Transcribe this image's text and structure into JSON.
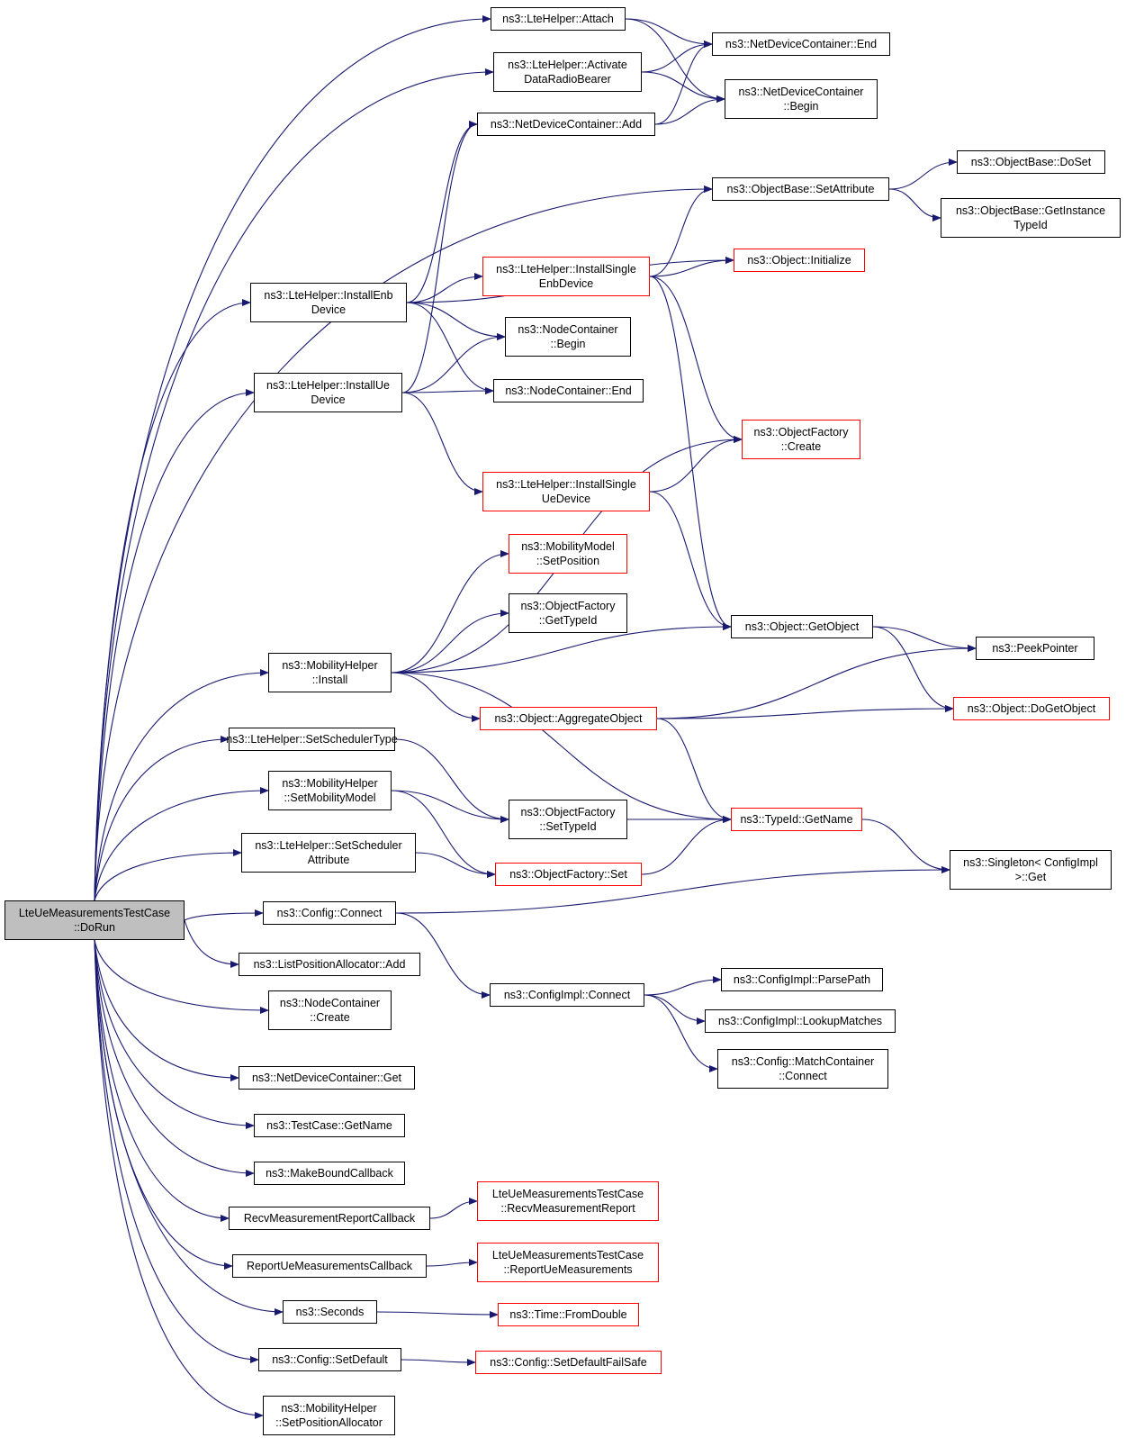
{
  "graph": {
    "edge_color": "#191970",
    "root_fill": "#bfbfbf",
    "missing_border": "#ff0000",
    "nodes": [
      {
        "id": "root",
        "lines": [
          "LteUeMeasurementsTestCase",
          "::DoRun"
        ],
        "style": "root"
      },
      {
        "id": "attach",
        "lines": [
          "ns3::LteHelper::Attach"
        ],
        "style": "normal"
      },
      {
        "id": "activate",
        "lines": [
          "ns3::LteHelper::Activate",
          "DataRadioBearer"
        ],
        "style": "normal"
      },
      {
        "id": "ndc_add",
        "lines": [
          "ns3::NetDeviceContainer::Add"
        ],
        "style": "normal"
      },
      {
        "id": "ndc_end",
        "lines": [
          "ns3::NetDeviceContainer::End"
        ],
        "style": "normal"
      },
      {
        "id": "ndc_begin",
        "lines": [
          "ns3::NetDeviceContainer",
          "::Begin"
        ],
        "style": "normal"
      },
      {
        "id": "ob_setattr",
        "lines": [
          "ns3::ObjectBase::SetAttribute"
        ],
        "style": "normal"
      },
      {
        "id": "ob_doset",
        "lines": [
          "ns3::ObjectBase::DoSet"
        ],
        "style": "normal"
      },
      {
        "id": "ob_getinst",
        "lines": [
          "ns3::ObjectBase::GetInstance",
          "TypeId"
        ],
        "style": "normal"
      },
      {
        "id": "lte_install_enb",
        "lines": [
          "ns3::LteHelper::InstallEnb",
          "Device"
        ],
        "style": "normal"
      },
      {
        "id": "lte_install_single_enb",
        "lines": [
          "ns3::LteHelper::InstallSingle",
          "EnbDevice"
        ],
        "style": "missing"
      },
      {
        "id": "obj_init",
        "lines": [
          "ns3::Object::Initialize"
        ],
        "style": "missing"
      },
      {
        "id": "nc_begin",
        "lines": [
          "ns3::NodeContainer",
          "::Begin"
        ],
        "style": "normal"
      },
      {
        "id": "lte_install_ue",
        "lines": [
          "ns3::LteHelper::InstallUe",
          "Device"
        ],
        "style": "normal"
      },
      {
        "id": "nc_end",
        "lines": [
          "ns3::NodeContainer::End"
        ],
        "style": "normal"
      },
      {
        "id": "of_create",
        "lines": [
          "ns3::ObjectFactory",
          "::Create"
        ],
        "style": "missing"
      },
      {
        "id": "lte_install_single_ue",
        "lines": [
          "ns3::LteHelper::InstallSingle",
          "UeDevice"
        ],
        "style": "missing"
      },
      {
        "id": "mm_setpos",
        "lines": [
          "ns3::MobilityModel",
          "::SetPosition"
        ],
        "style": "missing"
      },
      {
        "id": "of_gettypeid",
        "lines": [
          "ns3::ObjectFactory",
          "::GetTypeId"
        ],
        "style": "normal"
      },
      {
        "id": "obj_getobject",
        "lines": [
          "ns3::Object::GetObject"
        ],
        "style": "normal"
      },
      {
        "id": "peekpointer",
        "lines": [
          "ns3::PeekPointer"
        ],
        "style": "normal"
      },
      {
        "id": "mh_install",
        "lines": [
          "ns3::MobilityHelper",
          "::Install"
        ],
        "style": "normal"
      },
      {
        "id": "obj_aggregate",
        "lines": [
          "ns3::Object::AggregateObject"
        ],
        "style": "missing"
      },
      {
        "id": "obj_dogetobject",
        "lines": [
          "ns3::Object::DoGetObject"
        ],
        "style": "missing"
      },
      {
        "id": "lte_setschedtype",
        "lines": [
          "ns3::LteHelper::SetSchedulerType"
        ],
        "style": "normal"
      },
      {
        "id": "mh_setmobmodel",
        "lines": [
          "ns3::MobilityHelper",
          "::SetMobilityModel"
        ],
        "style": "normal"
      },
      {
        "id": "of_settypeid",
        "lines": [
          "ns3::ObjectFactory",
          "::SetTypeId"
        ],
        "style": "normal"
      },
      {
        "id": "typeid_getname",
        "lines": [
          "ns3::TypeId::GetName"
        ],
        "style": "missing"
      },
      {
        "id": "lte_setschedattr",
        "lines": [
          "ns3::LteHelper::SetScheduler",
          "Attribute"
        ],
        "style": "normal"
      },
      {
        "id": "of_set",
        "lines": [
          "ns3::ObjectFactory::Set"
        ],
        "style": "missing"
      },
      {
        "id": "singleton_get",
        "lines": [
          "ns3::Singleton< ConfigImpl",
          ">::Get"
        ],
        "style": "normal"
      },
      {
        "id": "config_connect",
        "lines": [
          "ns3::Config::Connect"
        ],
        "style": "normal"
      },
      {
        "id": "lpa_add",
        "lines": [
          "ns3::ListPositionAllocator::Add"
        ],
        "style": "normal"
      },
      {
        "id": "configimpl_connect",
        "lines": [
          "ns3::ConfigImpl::Connect"
        ],
        "style": "normal"
      },
      {
        "id": "configimpl_parsepath",
        "lines": [
          "ns3::ConfigImpl::ParsePath"
        ],
        "style": "normal"
      },
      {
        "id": "nc_create",
        "lines": [
          "ns3::NodeContainer",
          "::Create"
        ],
        "style": "normal"
      },
      {
        "id": "configimpl_lookup",
        "lines": [
          "ns3::ConfigImpl::LookupMatches"
        ],
        "style": "normal"
      },
      {
        "id": "mc_connect",
        "lines": [
          "ns3::Config::MatchContainer",
          "::Connect"
        ],
        "style": "normal"
      },
      {
        "id": "ndc_get",
        "lines": [
          "ns3::NetDeviceContainer::Get"
        ],
        "style": "normal"
      },
      {
        "id": "tc_getname",
        "lines": [
          "ns3::TestCase::GetName"
        ],
        "style": "normal"
      },
      {
        "id": "makebound",
        "lines": [
          "ns3::MakeBoundCallback"
        ],
        "style": "normal"
      },
      {
        "id": "recv_cb",
        "lines": [
          "RecvMeasurementReportCallback"
        ],
        "style": "normal"
      },
      {
        "id": "recv_report",
        "lines": [
          "LteUeMeasurementsTestCase",
          "::RecvMeasurementReport"
        ],
        "style": "missing"
      },
      {
        "id": "report_cb",
        "lines": [
          "ReportUeMeasurementsCallback"
        ],
        "style": "normal"
      },
      {
        "id": "report_ue",
        "lines": [
          "LteUeMeasurementsTestCase",
          "::ReportUeMeasurements"
        ],
        "style": "missing"
      },
      {
        "id": "seconds",
        "lines": [
          "ns3::Seconds"
        ],
        "style": "normal"
      },
      {
        "id": "time_fromdouble",
        "lines": [
          "ns3::Time::FromDouble"
        ],
        "style": "missing"
      },
      {
        "id": "config_setdefault",
        "lines": [
          "ns3::Config::SetDefault"
        ],
        "style": "normal"
      },
      {
        "id": "config_setdefaultfs",
        "lines": [
          "ns3::Config::SetDefaultFailSafe"
        ],
        "style": "missing"
      },
      {
        "id": "mh_setposalloc",
        "lines": [
          "ns3::MobilityHelper",
          "::SetPositionAllocator"
        ],
        "style": "normal"
      }
    ],
    "edges": [
      [
        "root",
        "attach"
      ],
      [
        "root",
        "activate"
      ],
      [
        "root",
        "ob_setattr"
      ],
      [
        "root",
        "lte_install_enb"
      ],
      [
        "root",
        "lte_install_ue"
      ],
      [
        "root",
        "mh_install"
      ],
      [
        "root",
        "lte_setschedtype"
      ],
      [
        "root",
        "mh_setmobmodel"
      ],
      [
        "root",
        "lte_setschedattr"
      ],
      [
        "root",
        "config_connect"
      ],
      [
        "root",
        "lpa_add"
      ],
      [
        "root",
        "nc_create"
      ],
      [
        "root",
        "ndc_get"
      ],
      [
        "root",
        "tc_getname"
      ],
      [
        "root",
        "makebound"
      ],
      [
        "root",
        "recv_cb"
      ],
      [
        "root",
        "report_cb"
      ],
      [
        "root",
        "seconds"
      ],
      [
        "root",
        "config_setdefault"
      ],
      [
        "root",
        "mh_setposalloc"
      ],
      [
        "attach",
        "ndc_end"
      ],
      [
        "attach",
        "ndc_begin"
      ],
      [
        "activate",
        "ndc_end"
      ],
      [
        "activate",
        "ndc_begin"
      ],
      [
        "ndc_add",
        "ndc_end"
      ],
      [
        "ndc_add",
        "ndc_begin"
      ],
      [
        "ob_setattr",
        "ob_doset"
      ],
      [
        "ob_setattr",
        "ob_getinst"
      ],
      [
        "lte_install_enb",
        "ndc_add"
      ],
      [
        "lte_install_enb",
        "obj_init"
      ],
      [
        "lte_install_enb",
        "lte_install_single_enb"
      ],
      [
        "lte_install_enb",
        "nc_begin"
      ],
      [
        "lte_install_enb",
        "nc_end"
      ],
      [
        "lte_install_single_enb",
        "ob_setattr"
      ],
      [
        "lte_install_single_enb",
        "obj_init"
      ],
      [
        "lte_install_single_enb",
        "of_create"
      ],
      [
        "lte_install_single_enb",
        "obj_getobject"
      ],
      [
        "lte_install_ue",
        "ndc_add"
      ],
      [
        "lte_install_ue",
        "nc_begin"
      ],
      [
        "lte_install_ue",
        "nc_end"
      ],
      [
        "lte_install_ue",
        "lte_install_single_ue"
      ],
      [
        "lte_install_single_ue",
        "of_create"
      ],
      [
        "lte_install_single_ue",
        "obj_getobject"
      ],
      [
        "mh_install",
        "of_create"
      ],
      [
        "mh_install",
        "mm_setpos"
      ],
      [
        "mh_install",
        "of_gettypeid"
      ],
      [
        "mh_install",
        "obj_getobject"
      ],
      [
        "mh_install",
        "obj_aggregate"
      ],
      [
        "mh_install",
        "typeid_getname"
      ],
      [
        "obj_getobject",
        "peekpointer"
      ],
      [
        "obj_getobject",
        "obj_dogetobject"
      ],
      [
        "obj_aggregate",
        "peekpointer"
      ],
      [
        "obj_aggregate",
        "obj_dogetobject"
      ],
      [
        "obj_aggregate",
        "typeid_getname"
      ],
      [
        "lte_setschedtype",
        "of_settypeid"
      ],
      [
        "mh_setmobmodel",
        "of_settypeid"
      ],
      [
        "mh_setmobmodel",
        "of_set"
      ],
      [
        "of_settypeid",
        "typeid_getname"
      ],
      [
        "lte_setschedattr",
        "of_set"
      ],
      [
        "of_set",
        "typeid_getname"
      ],
      [
        "typeid_getname",
        "singleton_get"
      ],
      [
        "config_connect",
        "singleton_get"
      ],
      [
        "config_connect",
        "configimpl_connect"
      ],
      [
        "configimpl_connect",
        "configimpl_parsepath"
      ],
      [
        "configimpl_connect",
        "configimpl_lookup"
      ],
      [
        "configimpl_connect",
        "mc_connect"
      ],
      [
        "recv_cb",
        "recv_report"
      ],
      [
        "report_cb",
        "report_ue"
      ],
      [
        "seconds",
        "time_fromdouble"
      ],
      [
        "config_setdefault",
        "config_setdefaultfs"
      ]
    ]
  }
}
